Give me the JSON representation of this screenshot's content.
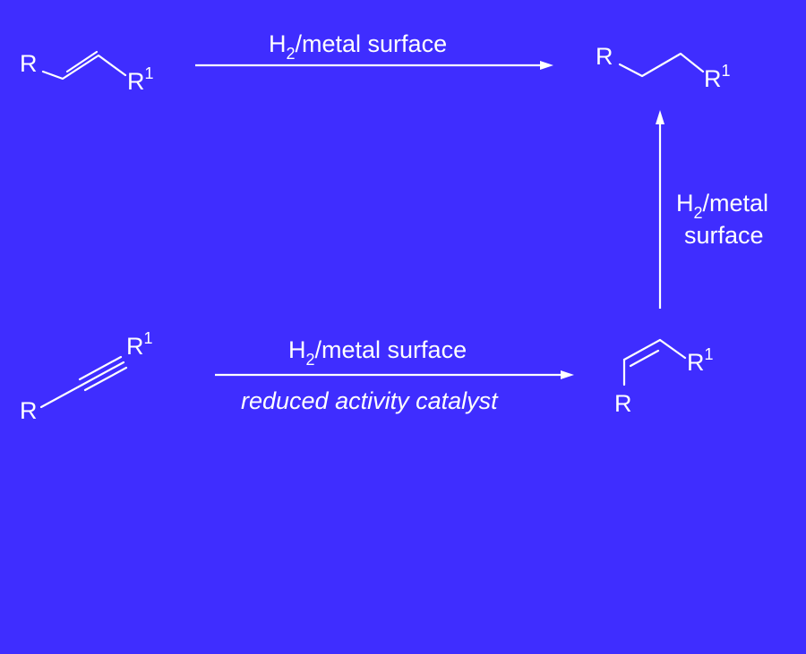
{
  "background_color": "#3f2dff",
  "foreground_color": "#ffffff",
  "labels": {
    "R": "R",
    "R1_base": "R",
    "R1_sup": "1"
  },
  "reagents": {
    "h_prefix": "H",
    "h_subscript": "2",
    "top_arrow_suffix": "/metal surface",
    "bottom_arrow_suffix": "/metal surface",
    "bottom_arrow_condition": "reduced activity catalyst",
    "vertical_arrow_suffix": "/metal",
    "vertical_arrow_line2": "surface"
  }
}
